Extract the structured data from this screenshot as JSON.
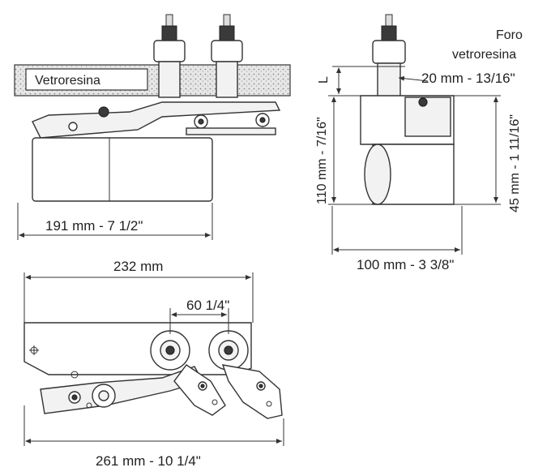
{
  "labels": {
    "material": "Vetroresina",
    "hole_line1": "Foro",
    "hole_line2": "vetroresina",
    "hole_symbol": "L"
  },
  "dimensions": {
    "top_left_width": "191 mm - 7 1/2\"",
    "top_right_width": "100 mm - 3 3/8\"",
    "hole_thickness": "20 mm - 13/16\"",
    "total_height": "110 mm - 7/16\"",
    "wheel_height": "45 mm - 1 11/16\"",
    "bottom_inner_width": "232 mm",
    "wheel_spacing": "60 1/4\"",
    "bottom_total_width": "261 mm - 10 1/4\""
  }
}
